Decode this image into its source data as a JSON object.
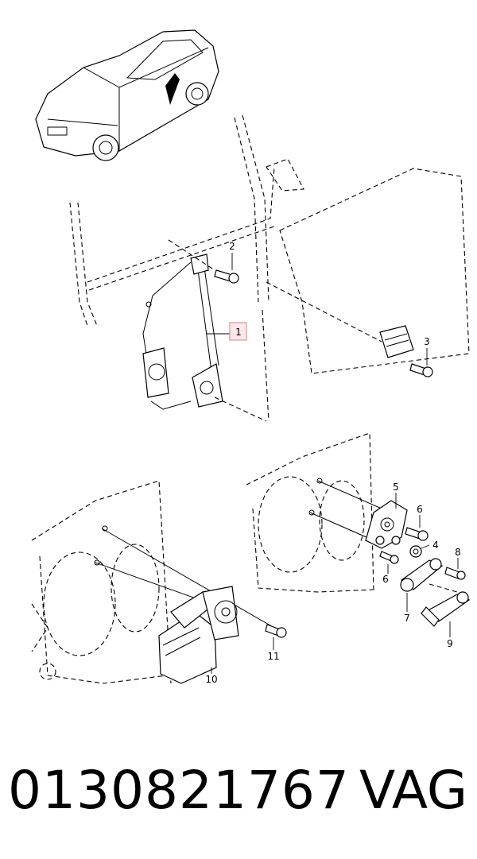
{
  "callouts": {
    "c1": "1",
    "c2": "2",
    "c3": "3",
    "c4": "4",
    "c5": "5",
    "c6a": "6",
    "c6b": "6",
    "c7": "7",
    "c8": "8",
    "c9": "9",
    "c10": "10",
    "c11": "11"
  },
  "highlight_color": "#e8909a",
  "footer": {
    "part_number": "0130821767",
    "brand": "VAG"
  }
}
